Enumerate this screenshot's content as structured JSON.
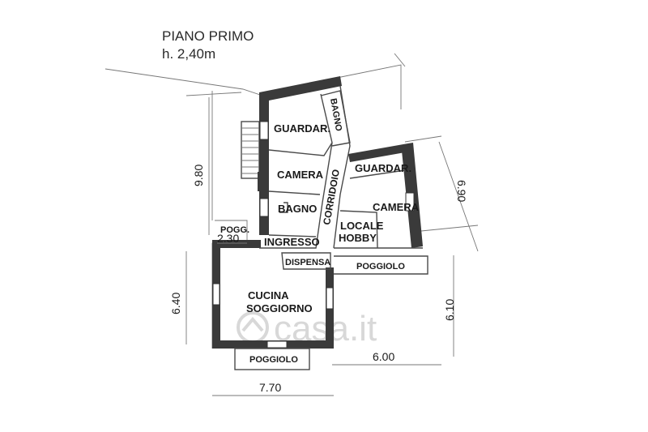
{
  "title": {
    "line1": "PIANO PRIMO",
    "line2": "h. 2,40m"
  },
  "rooms": {
    "guardaroba_1": "GUARDAR.",
    "bagno_1": "BAGNO",
    "camera_1": "CAMERA",
    "guardaroba_2": "GUARDAR.",
    "corridoio": "CORRIDOIO",
    "bagno_2": "BAGNO",
    "camera_2": "CAMERA",
    "locale": "LOCALE",
    "hobby": "HOBBY",
    "pogg": "POGG.",
    "ingresso": "INGRESSO",
    "dispensa": "DISPENSA",
    "poggiolo_1": "POGGIOLO",
    "cucina": "CUCINA",
    "soggiorno": "SOGGIORNO",
    "poggiolo_2": "POGGIOLO"
  },
  "dimensions": {
    "d_9_80": "9.80",
    "d_6_90": "6.90",
    "d_2_30": "2.30",
    "d_6_40": "6.40",
    "d_6_10": "6.10",
    "d_6_00": "6.00",
    "d_7_70": "7.70"
  },
  "watermark": "casa.it"
}
